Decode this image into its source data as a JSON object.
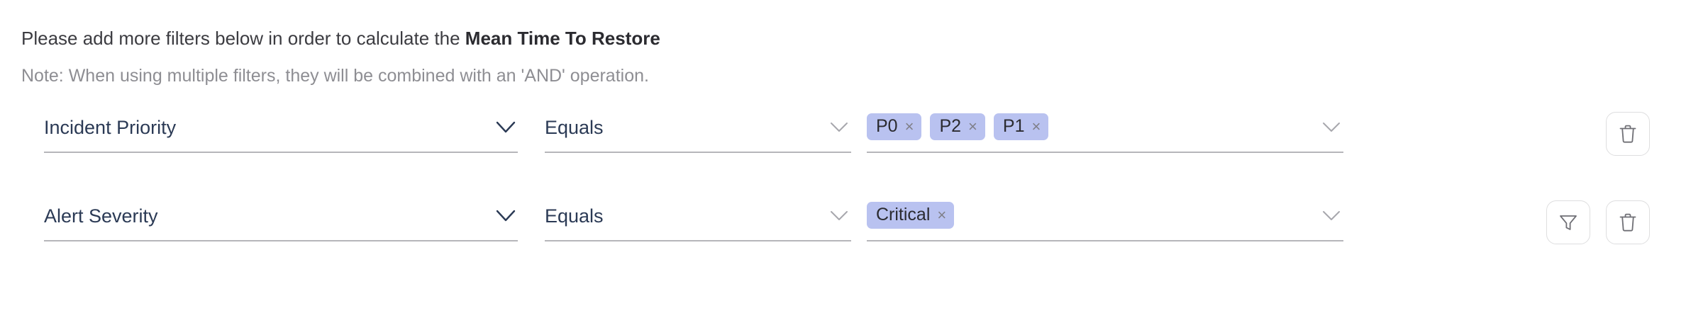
{
  "header": {
    "instruction_prefix": "Please add more filters below in order to calculate the ",
    "instruction_metric": "Mean Time To Restore",
    "note": "Note: When using multiple filters, they will be combined with an 'AND' operation."
  },
  "colors": {
    "chip_background": "#b9c2f0",
    "field_text": "#2b3a55",
    "underline": "#b6b6ba",
    "note_text": "#8e8e93",
    "icon_stroke": "#6f6f75"
  },
  "filters": [
    {
      "attribute": "Incident Priority",
      "attribute_chevron": "chevron-down-icon",
      "operator": "Equals",
      "operator_chevron": "chevron-down-icon",
      "values_chevron": "chevron-down-icon",
      "values": [
        {
          "label": "P0",
          "remove": "×"
        },
        {
          "label": "P2",
          "remove": "×"
        },
        {
          "label": "P1",
          "remove": "×"
        }
      ],
      "actions": [
        {
          "name": "delete-filter-button",
          "icon": "trash-icon"
        }
      ]
    },
    {
      "attribute": "Alert Severity",
      "attribute_chevron": "chevron-down-icon",
      "operator": "Equals",
      "operator_chevron": "chevron-down-icon",
      "values_chevron": "chevron-down-icon",
      "values": [
        {
          "label": "Critical",
          "remove": "×"
        }
      ],
      "actions": [
        {
          "name": "add-filter-button",
          "icon": "funnel-icon"
        },
        {
          "name": "delete-filter-button",
          "icon": "trash-icon"
        }
      ]
    }
  ]
}
